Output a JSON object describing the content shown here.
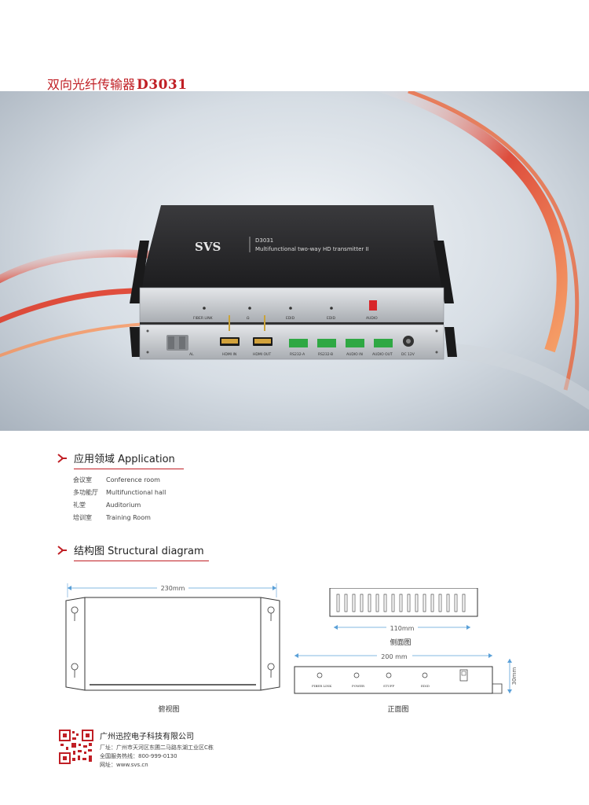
{
  "header": {
    "title_cn": "双向光纤传输器",
    "title_model": "D3031"
  },
  "product": {
    "brand": "SVS",
    "model": "D3031",
    "subtitle": "Multifunctional two-way HD transmitter II",
    "front_labels": [
      "FIBER LINK",
      "Ω",
      "EDID",
      "EDID",
      "AUDIO"
    ],
    "rear_labels": [
      "HDMI IN",
      "HDMI OUT",
      "RS232-A",
      "RS232-B",
      "AUDIO IN",
      "AUDIO OUT",
      "DC 12V"
    ],
    "rear_fiber_label": "AL"
  },
  "application": {
    "heading": "应用领域 Application",
    "items": [
      {
        "cn": "会议室",
        "en": "Conference room"
      },
      {
        "cn": "多功能厅",
        "en": "Multifunctional hall"
      },
      {
        "cn": "礼堂",
        "en": "Auditorium"
      },
      {
        "cn": "培训室",
        "en": "Training Room"
      }
    ]
  },
  "structure": {
    "heading": "结构图 Structural diagram",
    "top_width": "230mm",
    "top_caption": "俯视图",
    "side_width": "110mm",
    "side_caption": "侧面图",
    "front_width": "200 mm",
    "front_height": "30mm",
    "front_caption": "正面图",
    "front_labels": [
      "FIBER LINK",
      "POWER",
      "STUFF",
      "EDID"
    ]
  },
  "footer": {
    "company": "广州迅控电子科技有限公司",
    "address": "厂址：广州市天河区东圃二马路东湖工业区C栋",
    "hotline": "全国服务热线：800-999-0130",
    "website": "网址：www.svs.cn"
  },
  "colors": {
    "accent": "#c01f25",
    "device_top": "#2b2b2d",
    "device_panel": "#c9ccd0"
  }
}
